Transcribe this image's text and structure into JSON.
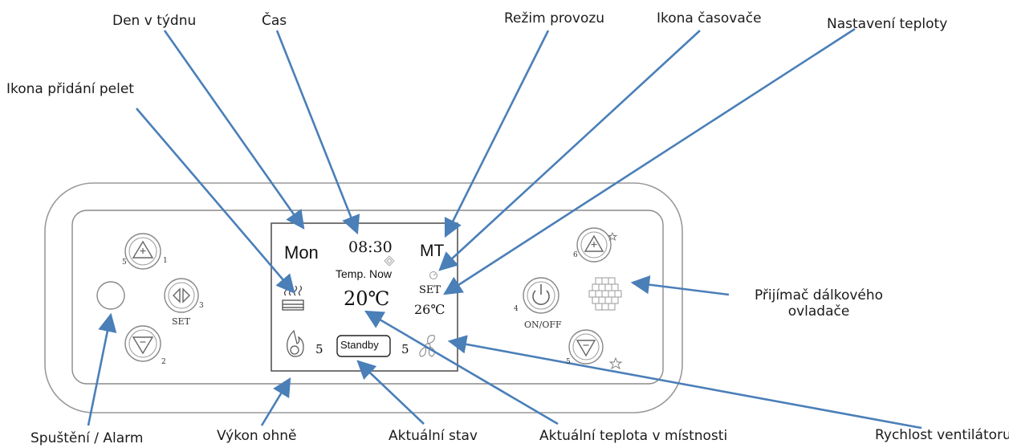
{
  "callouts": {
    "day_of_week": "Den v týdnu",
    "time": "Čas",
    "operating_mode": "Režim provozu",
    "timer_icon": "Ikona časovače",
    "temp_setting": "Nastavení teploty",
    "pellet_icon": "Ikona přidání pelet",
    "remote_receiver_line1": "Přijímač dálkového",
    "remote_receiver_line2": "ovladače",
    "start_alarm": "Spuštění / Alarm",
    "fire_power": "Výkon ohně",
    "current_state": "Aktuální stav",
    "room_temp": "Aktuální teplota v místnosti",
    "fan_speed": "Rychlost ventilátoru"
  },
  "display": {
    "day": "Mon",
    "time": "08:30",
    "mode": "MT",
    "temp_label": "Temp. Now",
    "set_label": "SET",
    "room_temp": "20℃",
    "set_temp": "26℃",
    "fire_level": "5",
    "state": "Standby",
    "fan_level": "5"
  },
  "buttons": {
    "set_label": "SET",
    "onoff_label": "ON/OFF",
    "left_up_num_a": "5",
    "left_up_num_b": "1",
    "left_set_num": "3",
    "left_down_num": "2",
    "right_up_num_a": "6",
    "right_onoff_num": "4",
    "right_down_num": "5"
  },
  "colors": {
    "arrow": "#4a7fb8",
    "panel_border": "#8a8a8a",
    "background": "#ffffff"
  }
}
